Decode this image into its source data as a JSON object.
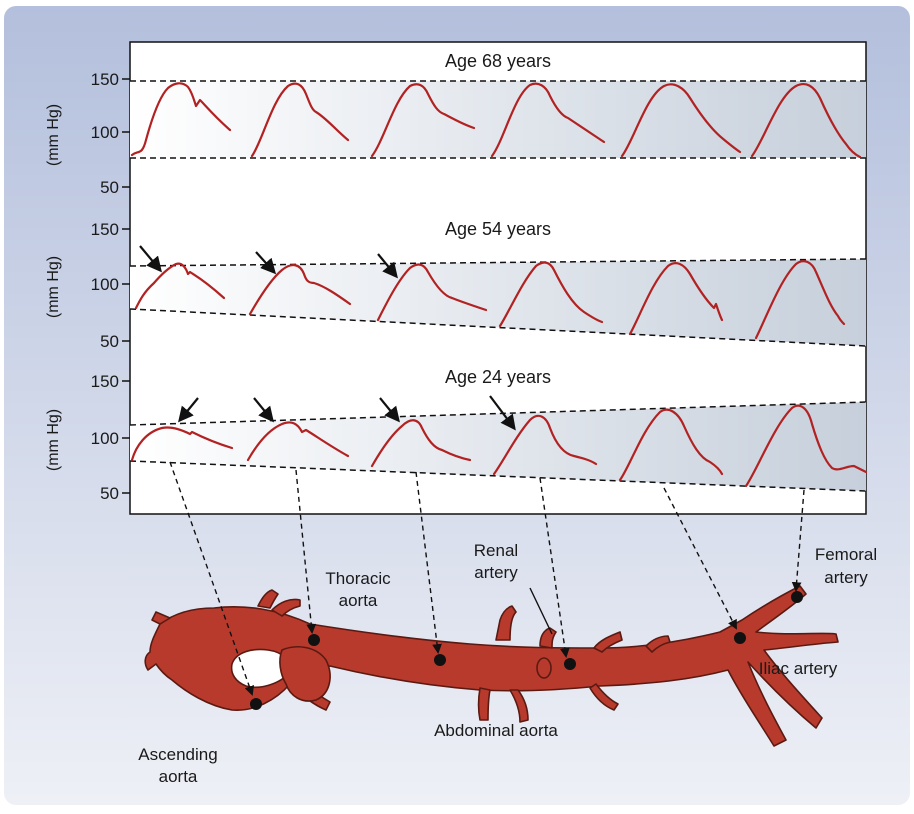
{
  "panels": [
    {
      "title": "Age 68 years",
      "ylabel": "(mm Hg)",
      "ticks": [
        "150",
        "100",
        "50"
      ]
    },
    {
      "title": "Age 54 years",
      "ylabel": "(mm Hg)",
      "ticks": [
        "150",
        "100",
        "50"
      ]
    },
    {
      "title": "Age 24 years",
      "ylabel": "(mm Hg)",
      "ticks": [
        "150",
        "100",
        "50"
      ]
    }
  ],
  "labels": {
    "ascending_1": "Ascending",
    "ascending_2": "aorta",
    "thoracic_1": "Thoracic",
    "thoracic_2": "aorta",
    "renal_1": "Renal",
    "renal_2": "artery",
    "abdominal": "Abdominal aorta",
    "femoral_1": "Femoral",
    "femoral_2": "artery",
    "iliac": "Iliac artery"
  },
  "colors": {
    "background": "#b7c3de",
    "waveform": "#b22222",
    "artery": "#b83a2c",
    "artery_outline": "#5a1a12",
    "pressure_band": "#c9d2de"
  }
}
